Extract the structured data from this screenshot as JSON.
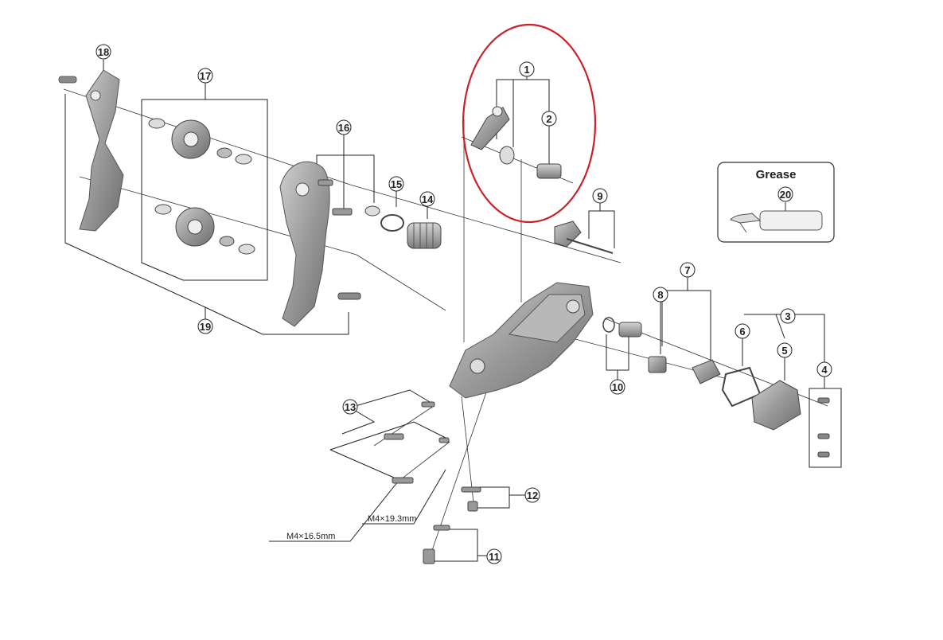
{
  "parts": {
    "p1": "1",
    "p2": "2",
    "p3": "3",
    "p4": "4",
    "p5": "5",
    "p6": "6",
    "p7": "7",
    "p8": "8",
    "p9": "9",
    "p10": "10",
    "p11": "11",
    "p12": "12",
    "p13": "13",
    "p14": "14",
    "p15": "15",
    "p16": "16",
    "p17": "17",
    "p18": "18",
    "p19": "19",
    "p20": "20"
  },
  "dimensions": {
    "bolt_long": "M4×16.5mm",
    "bolt_short": "M4×19.3mm"
  },
  "grease_box": {
    "title": "Grease"
  },
  "colors": {
    "line": "#222222",
    "part_fill": "#9a9a9a",
    "part_dark": "#6e6e6e",
    "part_light": "#c4c4c4",
    "highlight_ring": "#cc2027"
  }
}
